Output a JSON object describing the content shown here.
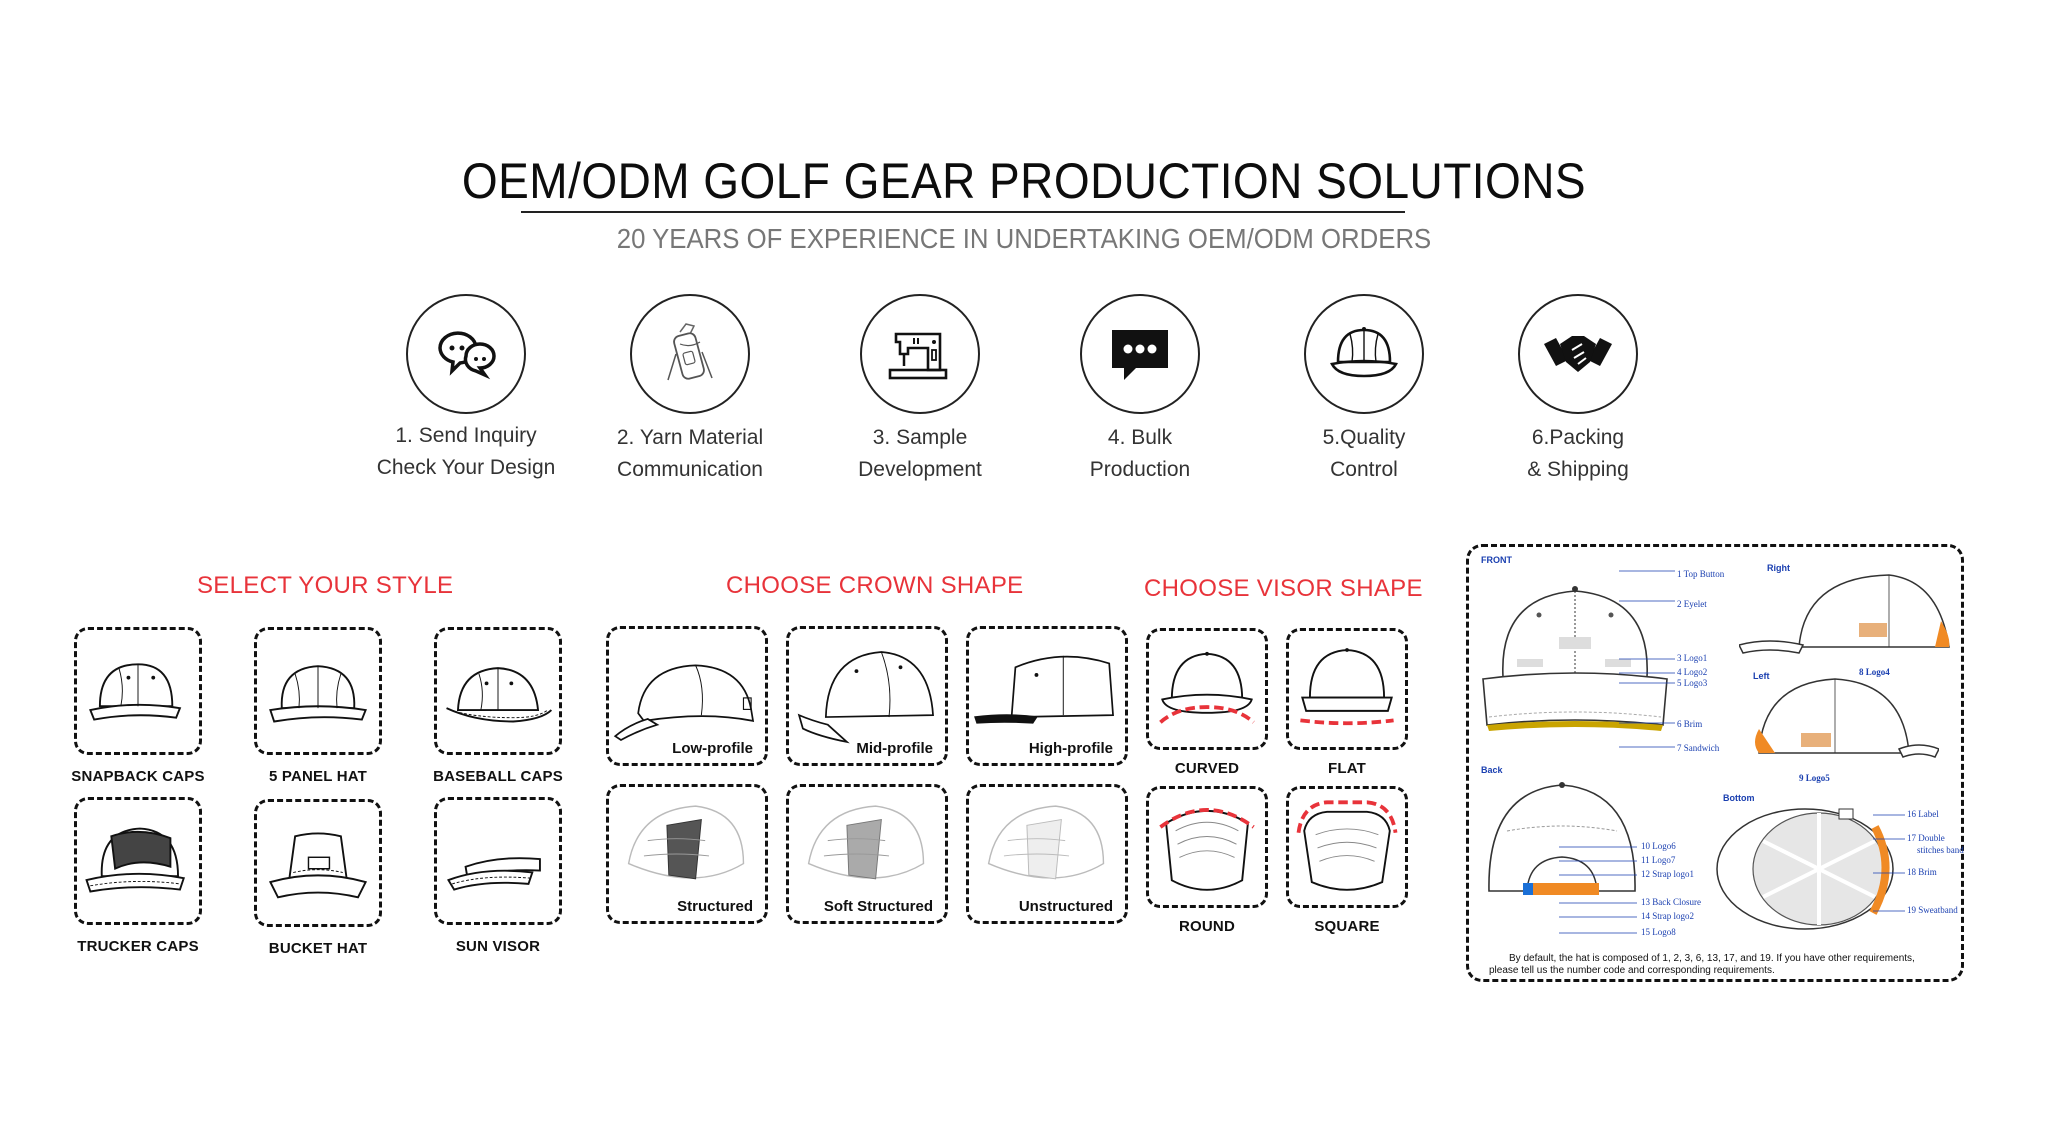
{
  "header": {
    "title": "OEM/ODM GOLF GEAR PRODUCTION SOLUTIONS",
    "subtitle": "20 YEARS OF EXPERIENCE IN UNDERTAKING OEM/ODM ORDERS"
  },
  "steps": [
    {
      "icon": "chat-bubbles-icon",
      "line1": "1. Send Inquiry",
      "line2": "Check Your Design"
    },
    {
      "icon": "golf-bag-icon",
      "line1": "2. Yarn Material",
      "line2": "Communication"
    },
    {
      "icon": "sewing-machine-icon",
      "line1": "3. Sample",
      "line2": "Development"
    },
    {
      "icon": "message-dots-icon",
      "line1": "4. Bulk",
      "line2": "Production"
    },
    {
      "icon": "cap-icon",
      "line1": "5.Quality",
      "line2": "Control"
    },
    {
      "icon": "handshake-icon",
      "line1": "6.Packing",
      "line2": "& Shipping"
    }
  ],
  "sections": {
    "style": "SELECT YOUR STYLE",
    "crown": "CHOOSE CROWN SHAPE",
    "visor": "CHOOSE VISOR SHAPE"
  },
  "styles": [
    "SNAPBACK CAPS",
    "5 PANEL HAT",
    "BASEBALL CAPS",
    "TRUCKER CAPS",
    "BUCKET HAT",
    "SUN VISOR"
  ],
  "crowns": [
    "Low-profile",
    "Mid-profile",
    "High-profile",
    "Structured",
    "Soft Structured",
    "Unstructured"
  ],
  "visors": [
    "CURVED",
    "FLAT",
    "ROUND",
    "SQUARE"
  ],
  "diagram": {
    "front": "FRONT",
    "right": "Right",
    "left": "Left",
    "back": "Back",
    "bottom": "Bottom",
    "parts_front": [
      "1 Top Button",
      "2 Eyelet",
      "3 Logo1",
      "4 Logo2",
      "5 Logo3",
      "6 Brim",
      "7 Sandwich"
    ],
    "logo4": "8  Logo4",
    "logo5": "9  Logo5",
    "parts_back": [
      "10 Logo6",
      "11 Logo7",
      "12 Strap logo1",
      "13 Back Closure",
      "14 Strap logo2",
      "15 Logo8"
    ],
    "parts_bottom": [
      "16 Label",
      "17 Double",
      "stitches band",
      "18 Brim",
      "19 Sweatband"
    ],
    "note_line1": "By default, the hat is composed of 1, 2, 3, 6, 13, 17, and 19. If you have other requirements,",
    "note_line2": "please tell us the number code and corresponding requirements."
  },
  "colors": {
    "accent_red": "#e8333a",
    "diagram_blue": "#1a3fb0",
    "orange": "#f08a24",
    "logo_patch": "#e8b07a"
  }
}
